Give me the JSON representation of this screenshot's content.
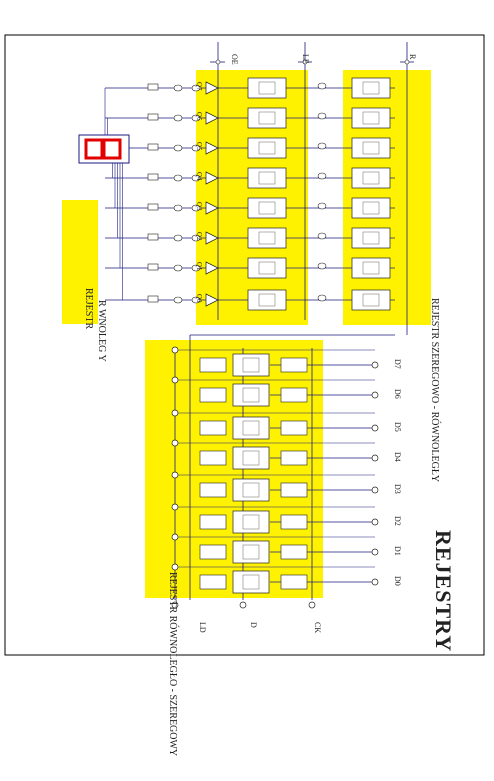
{
  "title": "REJESTRY",
  "sections": {
    "parallel_register": "REJESTR  RÓWNOLEGŁY",
    "parallel_register_alt": "R   WNOLEG  Y",
    "parallel_register_label": "REJESTR",
    "serial_parallel_register": "REJESTR SZEREGOWO - RÓWNOLEGŁY",
    "parallel_serial_register": "REJESTR RÓWNOLEGŁO - SZEREGOWY"
  },
  "control_signals": {
    "oe": "OE",
    "le": "LE",
    "r": "R",
    "ld": "LD",
    "d": "D",
    "ck": "CK"
  },
  "outputs": [
    "Q7",
    "Q6",
    "Q5",
    "Q4",
    "Q3",
    "Q2",
    "Q1",
    "Q0"
  ],
  "inputs": [
    "D7",
    "D6",
    "D5",
    "D4",
    "D3",
    "D2",
    "D1",
    "D0"
  ],
  "colors": {
    "highlight": "#fff200",
    "wire": "#1a1a80",
    "display": "#e00000",
    "frame": "#000000"
  }
}
